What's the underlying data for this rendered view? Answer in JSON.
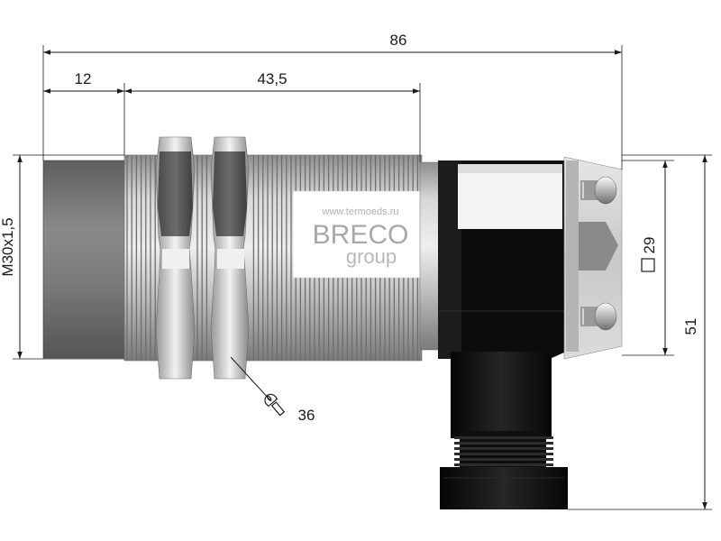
{
  "dimensions": {
    "overall_length": "86",
    "sensing_face_length": "12",
    "thread_length": "43,5",
    "thread_spec": "M30x1,5",
    "connector_size": "29",
    "total_height": "51",
    "wrench_size": "36"
  },
  "label": {
    "url": "www.termoeds.ru",
    "brand_line1": "BRECO",
    "brand_line2": "group"
  },
  "icons": {
    "wrench": "wrench-icon",
    "square": "square-icon"
  },
  "colors": {
    "dimension_lines": "#1a1a1a",
    "sensing_face": "#7a7a7a",
    "metal_body": "#b8b8b8",
    "connector_black": "#111111",
    "label_bg": "#ffffff",
    "label_text": "#b3b3b3"
  }
}
